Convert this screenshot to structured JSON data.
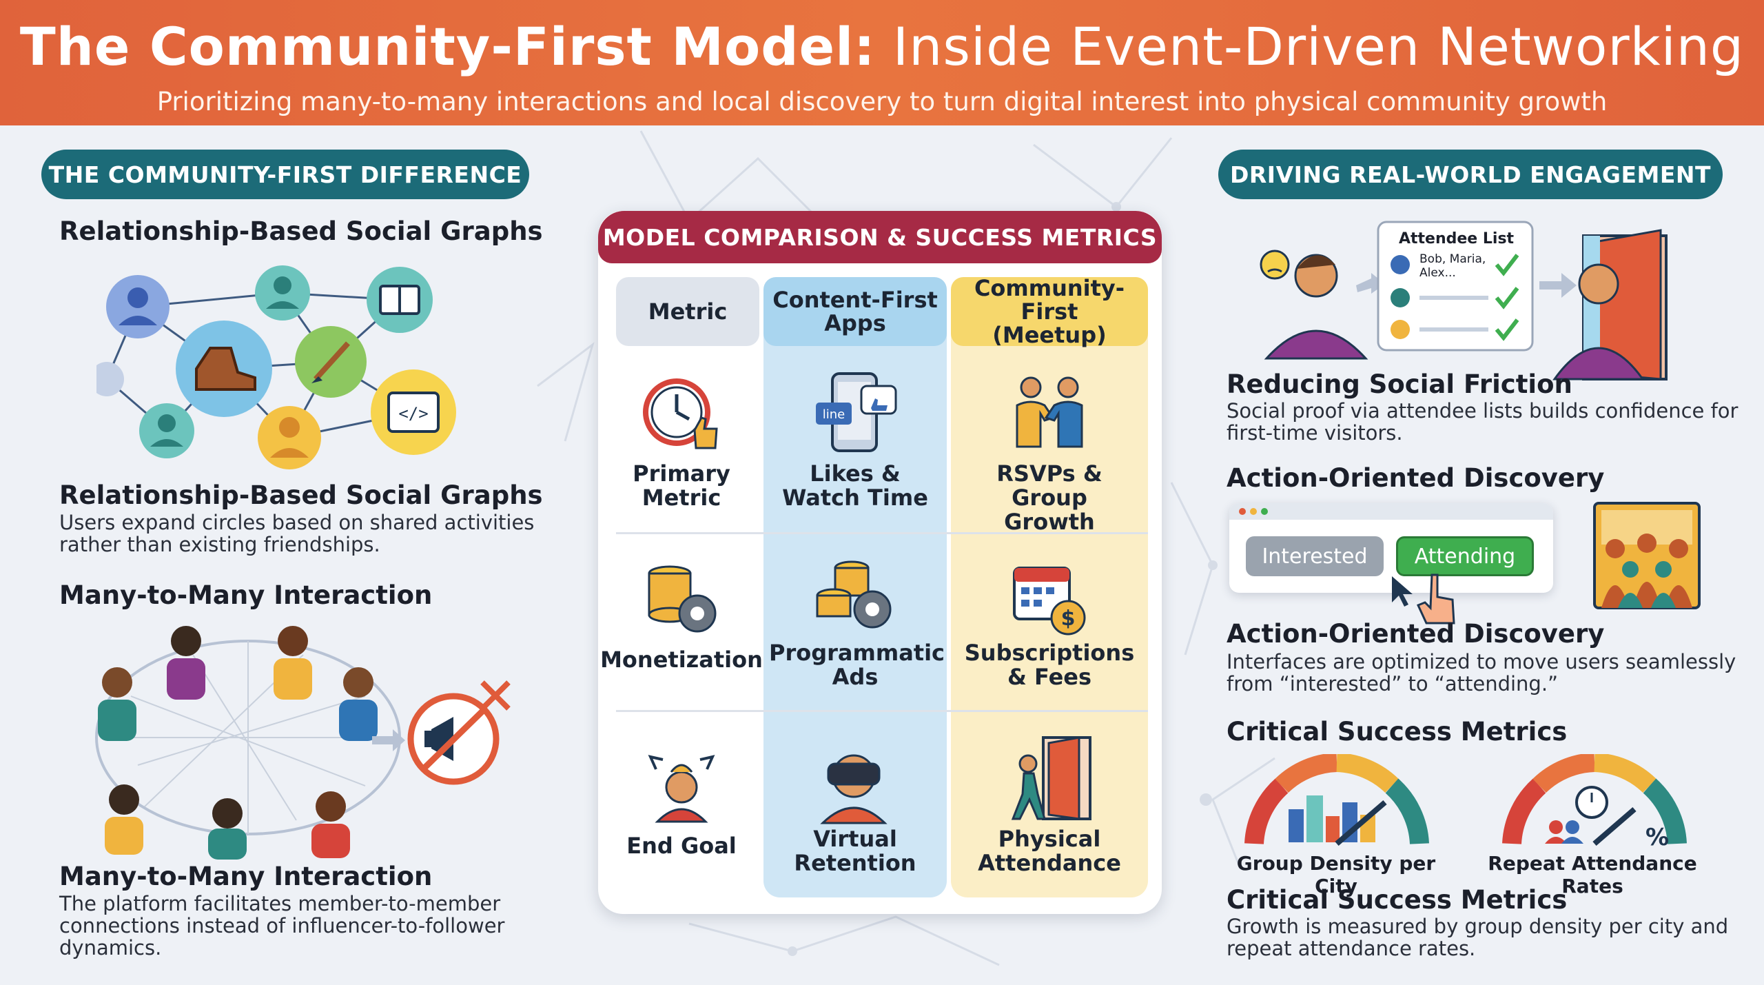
{
  "header": {
    "title_bold": "The Community-First Model:",
    "title_rest": " Inside Event-Driven Networking",
    "subtitle": "Prioritizing many-to-many interactions and local discovery to turn digital interest into physical community growth"
  },
  "left": {
    "pill": "THE COMMUNITY-FIRST DIFFERENCE",
    "graph_heading": "Relationship-Based Social Graphs",
    "graph_title": "Relationship-Based Social Graphs",
    "graph_text_1": "Users expand circles based on shared activities",
    "graph_text_2": "rather than existing friendships.",
    "interaction_heading": "Many-to-Many Interaction",
    "interaction_title": "Many-to-Many Interaction",
    "interaction_text_1": "The platform facilitates member-to-member",
    "interaction_text_2": "connections instead of influencer-to-follower",
    "interaction_text_3": "dynamics."
  },
  "center": {
    "pill": "MODEL COMPARISON & SUCCESS METRICS",
    "col_metric": "Metric",
    "col_content_1": "Content-First",
    "col_content_2": "Apps",
    "col_community_1": "Community-First",
    "col_community_2": "(Meetup)",
    "rows": [
      {
        "metric_1": "Primary",
        "metric_2": "Metric",
        "content_1": "Likes &",
        "content_2": "Watch Time",
        "community_1": "RSVPs &",
        "community_2": "Group Growth"
      },
      {
        "metric_1": "Monetization",
        "metric_2": "",
        "content_1": "Programmatic",
        "content_2": "Ads",
        "community_1": "Subscriptions",
        "community_2": "& Fees"
      },
      {
        "metric_1": "End Goal",
        "metric_2": "",
        "content_1": "Virtual",
        "content_2": "Retention",
        "community_1": "Physical",
        "community_2": "Attendance"
      }
    ],
    "phone_badge": "line"
  },
  "right": {
    "pill": "DRIVING REAL-WORLD ENGAGEMENT",
    "attendee_list_title": "Attendee List",
    "attendee_names_1": "Bob, Maria,",
    "attendee_names_2": "Alex...",
    "friction_title": "Reducing Social Friction",
    "friction_text_1": "Social proof via attendee lists builds confidence for",
    "friction_text_2": "first-time visitors.",
    "discovery_heading": "Action-Oriented Discovery",
    "btn_interested": "Interested",
    "btn_attending": "Attending",
    "discovery_title": "Action-Oriented Discovery",
    "discovery_text_1": "Interfaces are optimized to move users seamlessly",
    "discovery_text_2": "from “interested” to “attending.”",
    "metrics_heading": "Critical Success Metrics",
    "gauge_1": "Group Density per City",
    "gauge_2": "Repeat Attendance Rates",
    "gauge_2_symbol": "%",
    "metrics_title": "Critical Success Metrics",
    "metrics_text_1": "Growth is measured by group density per city and",
    "metrics_text_2": "repeat attendance rates."
  },
  "colors": {
    "header": "#e0633b",
    "teal_pill": "#1c6b78",
    "red_pill": "#a62a45",
    "content_col": "#cfe6f5",
    "community_col": "#fbeec6",
    "attending": "#3fae4f"
  }
}
